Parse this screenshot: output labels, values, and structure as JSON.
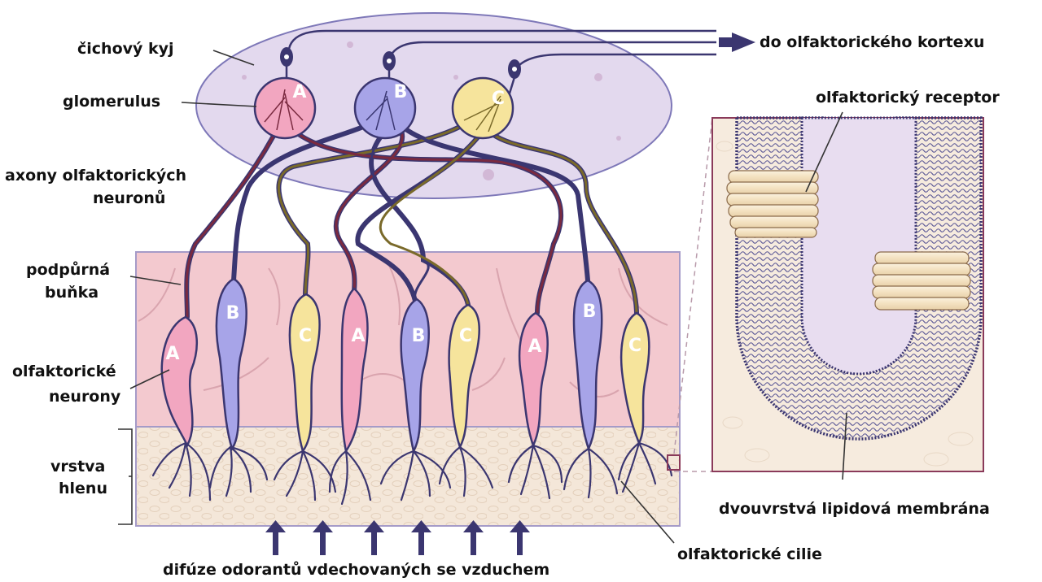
{
  "colors": {
    "neuron_a": "#f2a6c0",
    "neuron_b": "#a7a4e8",
    "neuron_c": "#f6e49c",
    "axon_a": "#7a2a40",
    "axon_b": "#3a3672",
    "axon_c": "#7a6a2a",
    "support_layer": "#f3c9cf",
    "mucus_layer": "#f4e7d9",
    "bulb": "#e3d9ee",
    "outline": "#3b3670"
  },
  "neuron_letters": {
    "a": "A",
    "b": "B",
    "c": "C"
  },
  "labels": {
    "bulb": "čichový kyj",
    "cortex": "do olfaktorického kortexu",
    "glomerulus": "glomerulus",
    "axons_line1": "axony olfaktorických",
    "axons_line2": "neuronů",
    "support_line1": "podpůrná",
    "support_line2": "buňka",
    "neurons_line1": "olfaktorické",
    "neurons_line2": "neurony",
    "mucus_line1": "vrstva",
    "mucus_line2": "hlenu",
    "receptor": "olfaktorický receptor",
    "membrane": "dvouvrstvá lipidová membrána",
    "cilia": "olfaktorické cilie",
    "diffusion": "difúze odorantů vdechovaných se vzduchem"
  }
}
